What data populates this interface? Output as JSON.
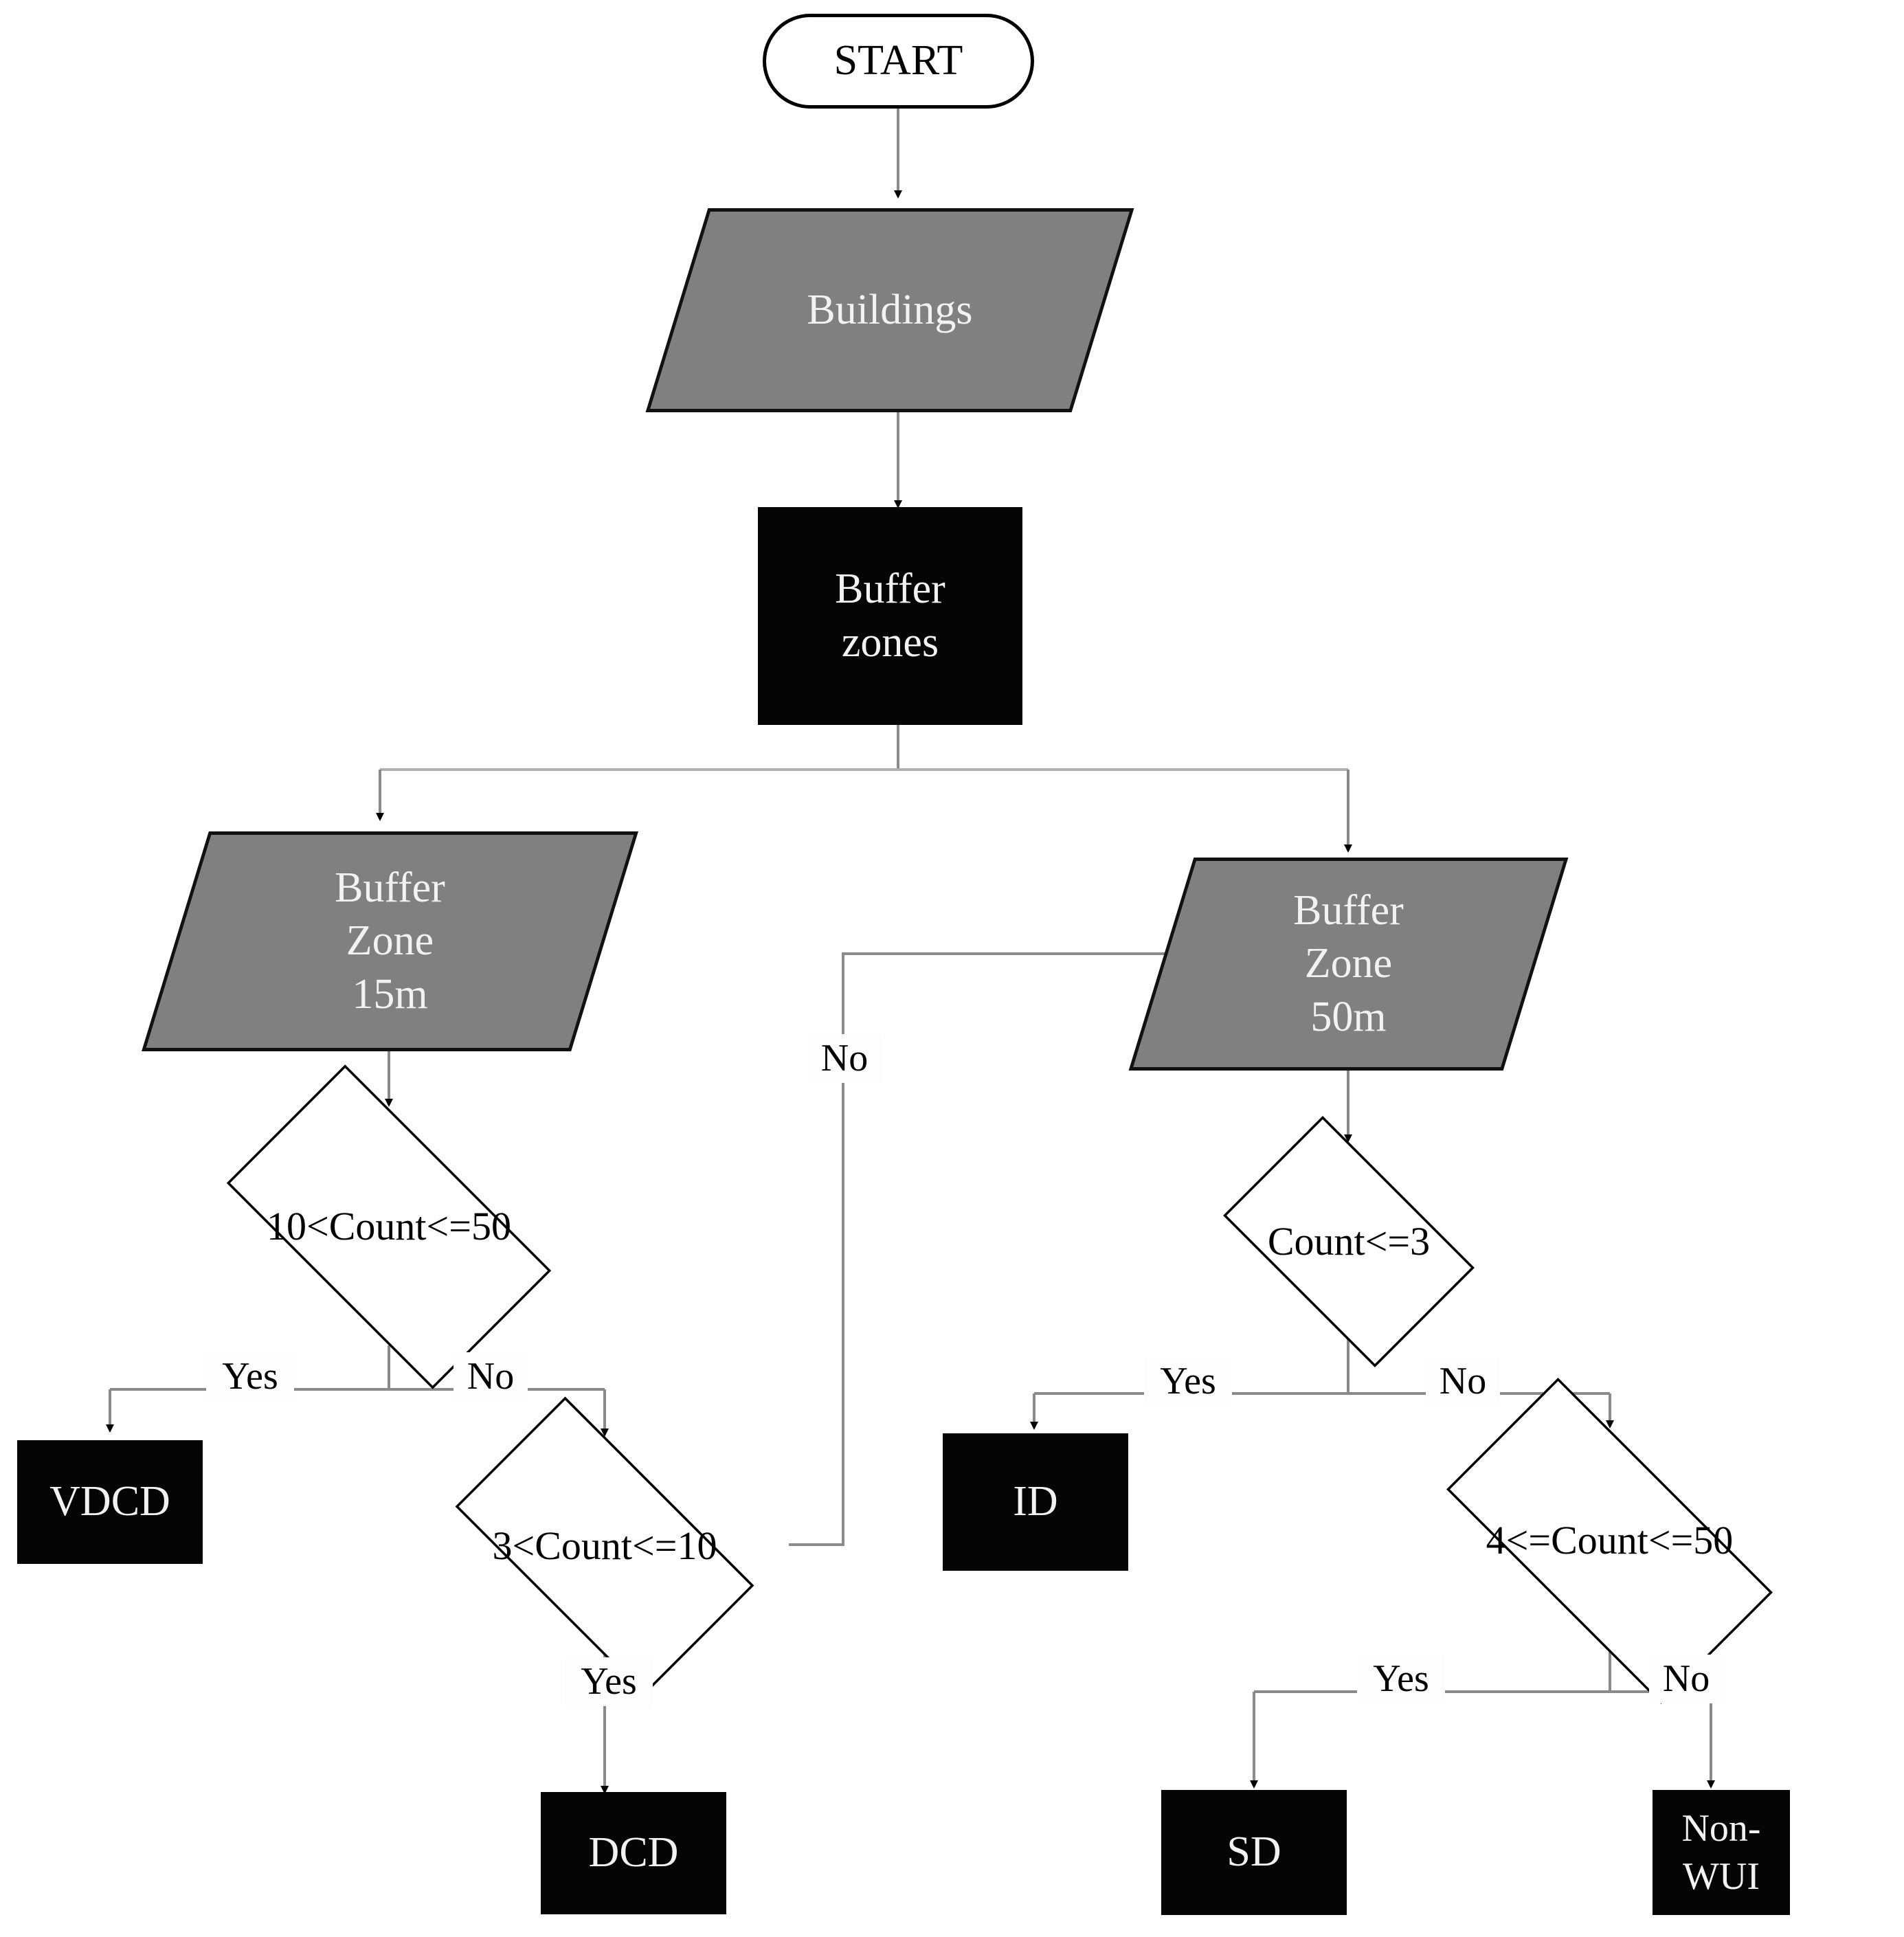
{
  "diagram": {
    "type": "flowchart",
    "title": "WUI building-cluster classification flowchart",
    "colors": {
      "data_node_fill": "#808080",
      "process_node_fill": "#050505",
      "decision_node_fill": "#ffffff",
      "stroke": "#000000",
      "edge_stroke": "#808080",
      "light_text": "#f2f2f2",
      "dark_text": "#000000",
      "background": "#ffffff"
    }
  },
  "nodes": {
    "start": {
      "label": "START",
      "shape": "stadium"
    },
    "buildings": {
      "label": "Buildings",
      "shape": "parallelogram"
    },
    "buffer_zones": {
      "label": "Buffer\nzones",
      "shape": "rectangle"
    },
    "buffer_zone_15m": {
      "label": "Buffer\nZone\n15m",
      "shape": "parallelogram"
    },
    "buffer_zone_50m": {
      "label": "Buffer\nZone\n50m",
      "shape": "parallelogram"
    },
    "decision_10_50": {
      "label": "10<Count<=50",
      "shape": "diamond"
    },
    "decision_3_10": {
      "label": "3<Count<=10",
      "shape": "diamond"
    },
    "decision_le3": {
      "label": "Count<=3",
      "shape": "diamond"
    },
    "decision_4_50": {
      "label": "4<=Count<=50",
      "shape": "diamond"
    },
    "vdcd": {
      "label": "VDCD",
      "shape": "rectangle"
    },
    "dcd": {
      "label": "DCD",
      "shape": "rectangle"
    },
    "id": {
      "label": "ID",
      "shape": "rectangle"
    },
    "sd": {
      "label": "SD",
      "shape": "rectangle"
    },
    "non_wui": {
      "label": "Non-\nWUI",
      "shape": "rectangle"
    }
  },
  "edge_labels": {
    "yes_10_50": "Yes",
    "no_10_50": "No",
    "yes_3_10": "Yes",
    "no_3_10": "No",
    "yes_le3": "Yes",
    "no_le3": "No",
    "yes_4_50": "Yes",
    "no_4_50": "No"
  },
  "edges": [
    {
      "from": "start",
      "to": "buildings",
      "label": ""
    },
    {
      "from": "buildings",
      "to": "buffer_zones",
      "label": ""
    },
    {
      "from": "buffer_zones",
      "to": "buffer_zone_15m",
      "label": ""
    },
    {
      "from": "buffer_zones",
      "to": "buffer_zone_50m",
      "label": ""
    },
    {
      "from": "buffer_zone_15m",
      "to": "decision_10_50",
      "label": ""
    },
    {
      "from": "decision_10_50",
      "to": "vdcd",
      "label": "Yes"
    },
    {
      "from": "decision_10_50",
      "to": "decision_3_10",
      "label": "No"
    },
    {
      "from": "decision_3_10",
      "to": "dcd",
      "label": "Yes"
    },
    {
      "from": "decision_3_10",
      "to": "buffer_zone_50m",
      "label": "No"
    },
    {
      "from": "buffer_zone_50m",
      "to": "decision_le3",
      "label": ""
    },
    {
      "from": "decision_le3",
      "to": "id",
      "label": "Yes"
    },
    {
      "from": "decision_le3",
      "to": "decision_4_50",
      "label": "No"
    },
    {
      "from": "decision_4_50",
      "to": "sd",
      "label": "Yes"
    },
    {
      "from": "decision_4_50",
      "to": "non_wui",
      "label": "No"
    }
  ]
}
